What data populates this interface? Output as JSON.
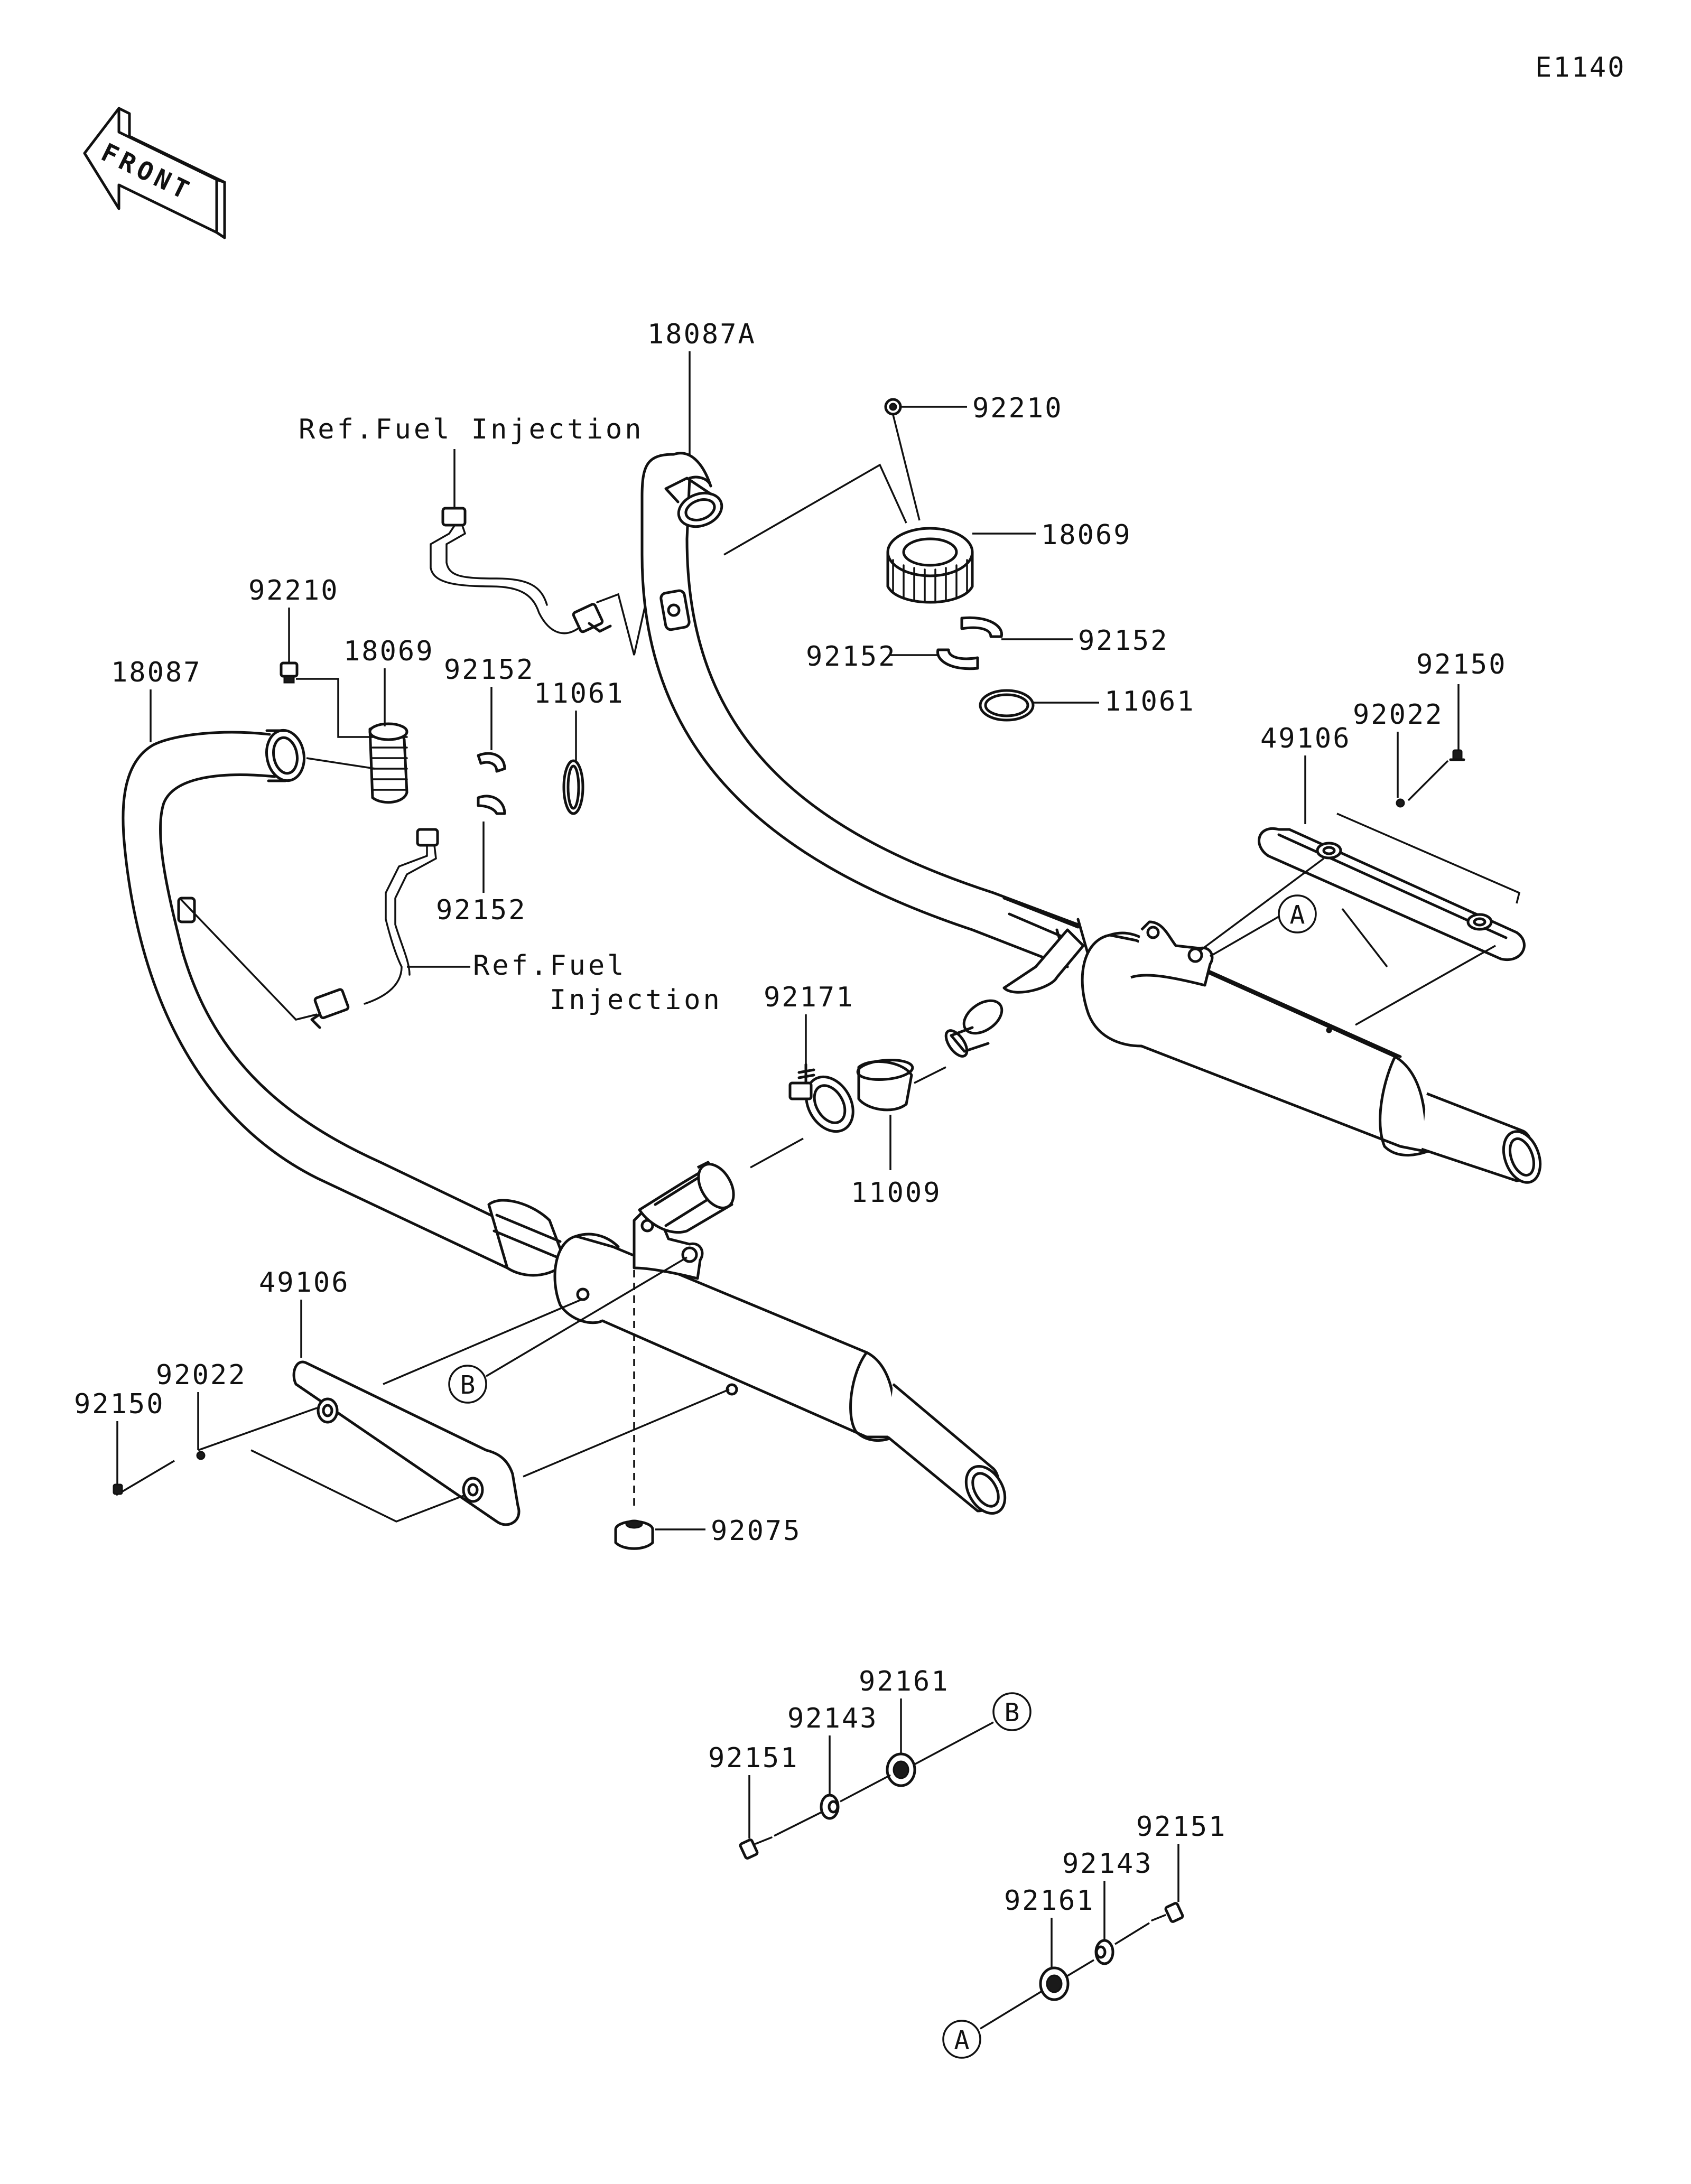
{
  "diagram_code": "E1140",
  "front_label": "FRONT",
  "refs": {
    "fuel_injection_top": "Ref.Fuel Injection",
    "fuel_injection_left_line1": "Ref.Fuel",
    "fuel_injection_left_line2": "Injection"
  },
  "parts": {
    "p18087A": "18087A",
    "p18087": "18087",
    "p92210_right": "92210",
    "p92210_left": "92210",
    "p18069_right": "18069",
    "p18069_left": "18069",
    "p92152_right_a": "92152",
    "p92152_right_b": "92152",
    "p92152_left_top": "92152",
    "p92152_left_bottom": "92152",
    "p11061_right": "11061",
    "p11061_left": "11061",
    "p92150_right": "92150",
    "p92150_left": "92150",
    "p92022_right": "92022",
    "p92022_left": "92022",
    "p49106_right": "49106",
    "p49106_left": "49106",
    "p92171": "92171",
    "p11009": "11009",
    "p92075": "92075",
    "p92161_upper": "92161",
    "p92143_upper": "92143",
    "p92151_upper": "92151",
    "p92161_lower": "92161",
    "p92143_lower": "92143",
    "p92151_lower": "92151"
  },
  "callouts": {
    "a_heat_shield": "A",
    "b_heat_shield": "B",
    "b_hardware": "B",
    "a_hardware": "A"
  }
}
